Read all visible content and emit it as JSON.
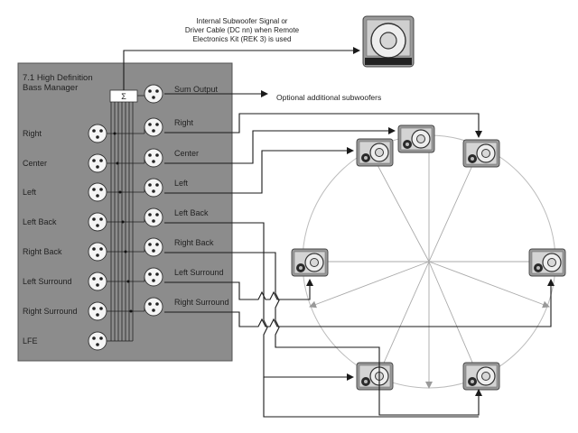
{
  "manager": {
    "title_line1": "7.1 High Definition",
    "title_line2": "Bass Manager",
    "sum_symbol": "Σ"
  },
  "inputs": [
    "Right",
    "Center",
    "Left",
    "Left Back",
    "Right Back",
    "Left Surround",
    "Right Surround",
    "LFE"
  ],
  "outputs": [
    "Sum Output",
    "Right",
    "Center",
    "Left",
    "Left Back",
    "Right Back",
    "Left Surround",
    "Right Surround"
  ],
  "annotations": {
    "internal_line1": "Internal Subwoofer Signal or",
    "internal_line2": "Driver Cable (DC nn) when Remote",
    "internal_line3": "Electronics Kit (REK 3) is used",
    "optional": "Optional additional subwoofers"
  },
  "colors": {
    "panel": "#8c8c8c",
    "panel_border": "#555555",
    "speaker_body": "#9a9a9a",
    "circle": "#bcbcbc",
    "wire": "#1a1a1a"
  },
  "icons": {
    "xlr": "xlr-connector-icon",
    "speaker": "speaker-icon",
    "subwoofer": "subwoofer-icon"
  }
}
